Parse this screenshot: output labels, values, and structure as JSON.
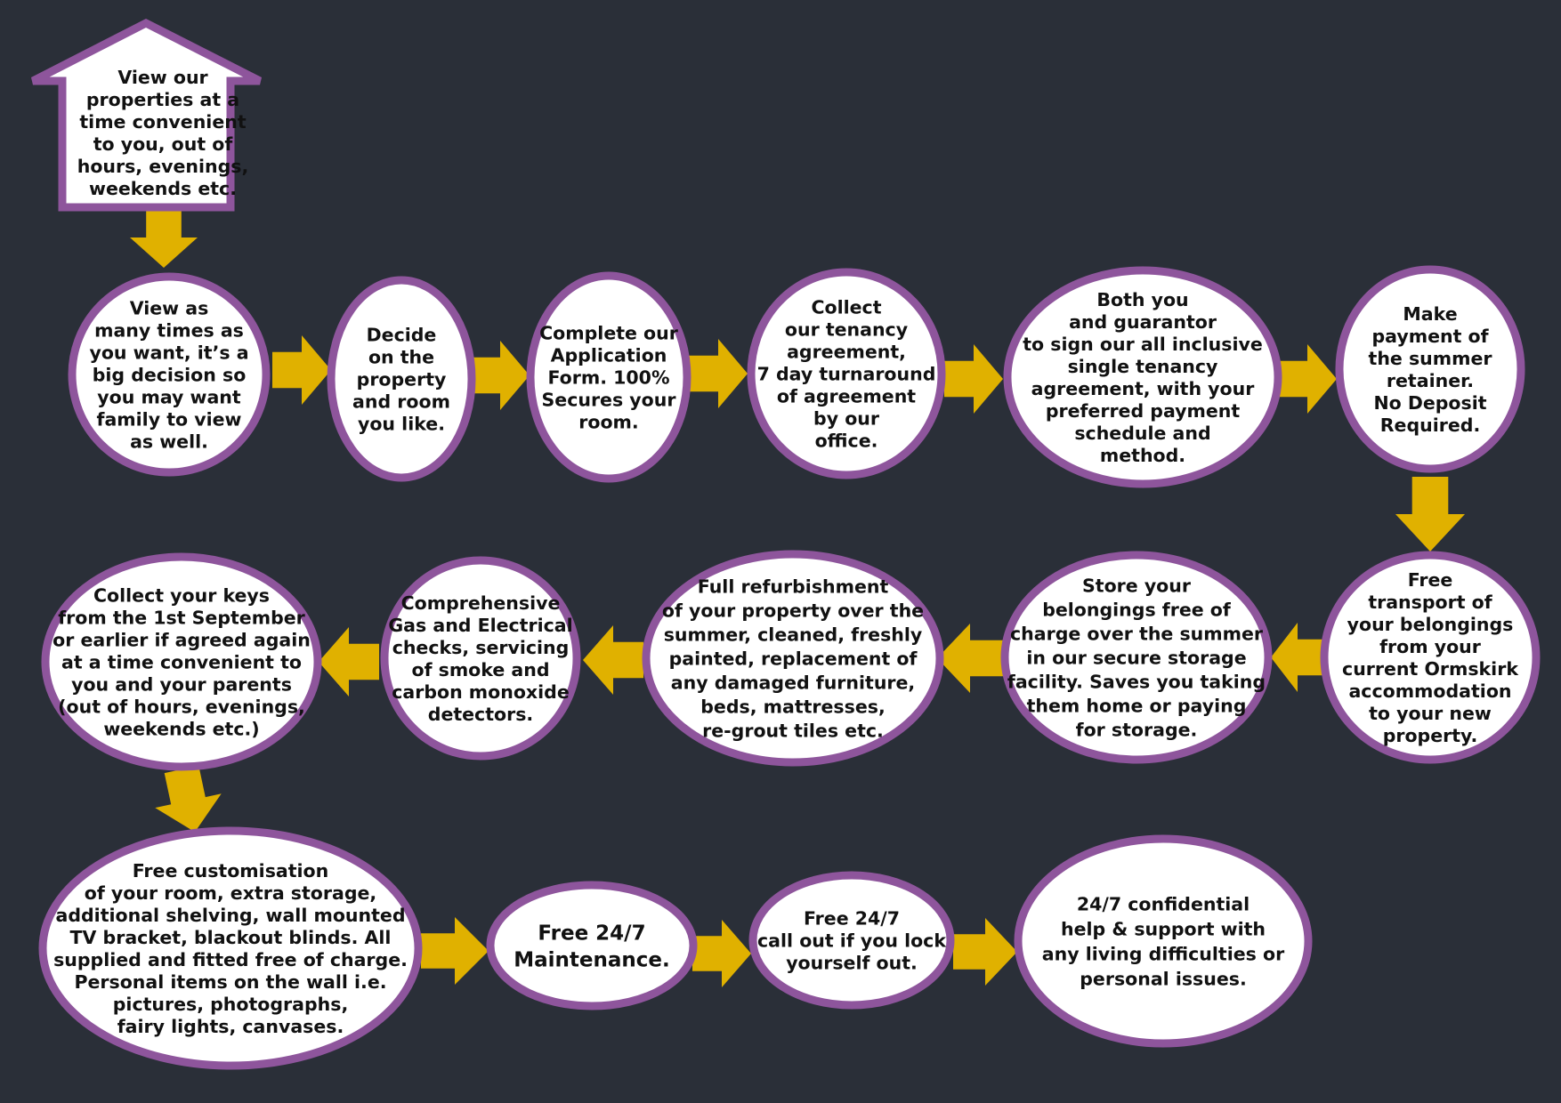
{
  "colors": {
    "background": "#2a2f38",
    "node_fill": "#ffffff",
    "node_border": "#8e559c",
    "arrow": "#e0b100",
    "text": "#111111"
  },
  "nodes": [
    {
      "id": "view-properties",
      "shape": "house",
      "lines": [
        "View our",
        "properties at a",
        "time convenient",
        "to you, out of",
        "hours, evenings,",
        "weekends etc."
      ]
    },
    {
      "id": "view-many-times",
      "shape": "ellipse",
      "lines": [
        "View as",
        "many times as",
        "you want, it’s a",
        "big decision so",
        "you may want",
        "family to view",
        "as well."
      ]
    },
    {
      "id": "decide-property",
      "shape": "ellipse",
      "lines": [
        "Decide",
        "on the",
        "property",
        "and room",
        "you like."
      ]
    },
    {
      "id": "application-form",
      "shape": "ellipse",
      "lines": [
        "Complete our",
        "Application",
        "Form. 100%",
        "Secures your",
        "room."
      ]
    },
    {
      "id": "collect-agreement",
      "shape": "ellipse",
      "lines": [
        "Collect",
        "our tenancy",
        "agreement,",
        "7 day turnaround",
        "of agreement",
        "by our",
        "office."
      ]
    },
    {
      "id": "sign-agreement",
      "shape": "ellipse",
      "lines": [
        "Both you",
        "and guarantor",
        "to sign our all inclusive",
        "single tenancy",
        "agreement, with your",
        "preferred payment",
        "schedule and",
        "method."
      ]
    },
    {
      "id": "summer-retainer",
      "shape": "ellipse",
      "lines": [
        "Make",
        "payment of",
        "the summer",
        "retainer.",
        "No Deposit",
        "Required."
      ]
    },
    {
      "id": "free-transport",
      "shape": "ellipse",
      "lines": [
        "Free",
        "transport of",
        "your belongings",
        "from your",
        "current Ormskirk",
        "accommodation",
        "to your new",
        "property."
      ]
    },
    {
      "id": "free-storage",
      "shape": "ellipse",
      "lines": [
        "Store your",
        "belongings free of",
        "charge over the summer",
        "in our secure storage",
        "facility. Saves you taking",
        "them home or paying",
        "for storage."
      ]
    },
    {
      "id": "full-refurbishment",
      "shape": "ellipse",
      "lines": [
        "Full refurbishment",
        "of your property over the",
        "summer, cleaned, freshly",
        "painted, replacement of",
        "any damaged furniture,",
        "beds, mattresses,",
        "re-grout tiles etc."
      ]
    },
    {
      "id": "gas-electrical-checks",
      "shape": "ellipse",
      "lines": [
        "Comprehensive",
        "Gas and Electrical",
        "checks, servicing",
        "of smoke and",
        "carbon monoxide",
        "detectors."
      ]
    },
    {
      "id": "collect-keys",
      "shape": "ellipse",
      "lines": [
        "Collect your keys",
        "from the 1st September",
        "or earlier if agreed again",
        "at a time convenient to",
        "you and your parents",
        "(out of hours, evenings,",
        "weekends etc.)"
      ]
    },
    {
      "id": "free-customisation",
      "shape": "ellipse",
      "lines": [
        "Free customisation",
        "of your room, extra storage,",
        "additional shelving, wall mounted",
        "TV bracket, blackout blinds. All",
        "supplied and fitted free of charge.",
        "Personal items on the wall i.e.",
        "pictures, photographs,",
        "fairy lights, canvases."
      ]
    },
    {
      "id": "free-maintenance",
      "shape": "ellipse",
      "lines": [
        "Free 24/7",
        "Maintenance."
      ]
    },
    {
      "id": "free-call-out",
      "shape": "ellipse",
      "lines": [
        "Free 24/7",
        "call out if you lock",
        "yourself out."
      ]
    },
    {
      "id": "confidential-help",
      "shape": "ellipse",
      "lines": [
        "24/7 confidential",
        "help & support with",
        "any living difficulties or",
        "personal issues."
      ]
    }
  ],
  "arrows": [
    {
      "from": "view-properties",
      "to": "view-many-times",
      "direction": "down"
    },
    {
      "from": "view-many-times",
      "to": "decide-property",
      "direction": "right"
    },
    {
      "from": "decide-property",
      "to": "application-form",
      "direction": "right"
    },
    {
      "from": "application-form",
      "to": "collect-agreement",
      "direction": "right"
    },
    {
      "from": "collect-agreement",
      "to": "sign-agreement",
      "direction": "right"
    },
    {
      "from": "sign-agreement",
      "to": "summer-retainer",
      "direction": "right"
    },
    {
      "from": "summer-retainer",
      "to": "free-transport",
      "direction": "down"
    },
    {
      "from": "free-transport",
      "to": "free-storage",
      "direction": "left"
    },
    {
      "from": "free-storage",
      "to": "full-refurbishment",
      "direction": "left"
    },
    {
      "from": "full-refurbishment",
      "to": "gas-electrical-checks",
      "direction": "left"
    },
    {
      "from": "gas-electrical-checks",
      "to": "collect-keys",
      "direction": "left"
    },
    {
      "from": "collect-keys",
      "to": "free-customisation",
      "direction": "down"
    },
    {
      "from": "free-customisation",
      "to": "free-maintenance",
      "direction": "right"
    },
    {
      "from": "free-maintenance",
      "to": "free-call-out",
      "direction": "right"
    },
    {
      "from": "free-call-out",
      "to": "confidential-help",
      "direction": "right"
    }
  ]
}
